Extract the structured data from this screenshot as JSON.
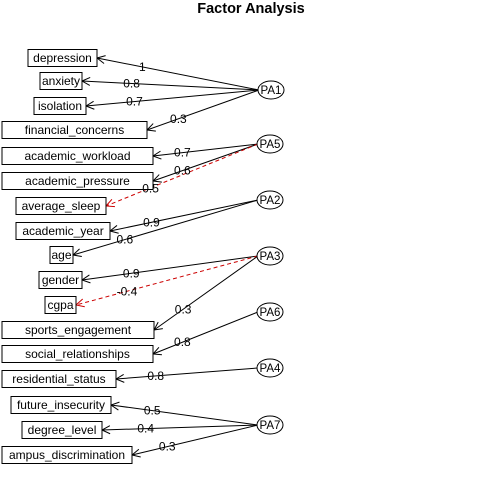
{
  "title": "Factor Analysis",
  "colors": {
    "positive": "#000000",
    "negative": "#cc0000",
    "text": "#000000",
    "background": "#ffffff"
  },
  "variables": [
    {
      "id": "depression",
      "label": "depression"
    },
    {
      "id": "anxiety",
      "label": "anxiety"
    },
    {
      "id": "isolation",
      "label": "isolation"
    },
    {
      "id": "financial_concerns",
      "label": "financial_concerns"
    },
    {
      "id": "academic_workload",
      "label": "academic_workload"
    },
    {
      "id": "academic_pressure",
      "label": "academic_pressure"
    },
    {
      "id": "average_sleep",
      "label": "average_sleep"
    },
    {
      "id": "academic_year",
      "label": "academic_year"
    },
    {
      "id": "age",
      "label": "age"
    },
    {
      "id": "gender",
      "label": "gender"
    },
    {
      "id": "cgpa",
      "label": "cgpa"
    },
    {
      "id": "sports_engagement",
      "label": "sports_engagement"
    },
    {
      "id": "social_relationships",
      "label": "social_relationships"
    },
    {
      "id": "residential_status",
      "label": "residential_status"
    },
    {
      "id": "future_insecurity",
      "label": "future_insecurity"
    },
    {
      "id": "degree_level",
      "label": "degree_level"
    },
    {
      "id": "campus_discrimination",
      "label": "ampus_discrimination"
    }
  ],
  "factors": [
    {
      "id": "PA1",
      "label": "PA1"
    },
    {
      "id": "PA5",
      "label": "PA5"
    },
    {
      "id": "PA2",
      "label": "PA2"
    },
    {
      "id": "PA3",
      "label": "PA3"
    },
    {
      "id": "PA6",
      "label": "PA6"
    },
    {
      "id": "PA4",
      "label": "PA4"
    },
    {
      "id": "PA7",
      "label": "PA7"
    }
  ],
  "loadings": [
    {
      "factor": "PA1",
      "variable": "depression",
      "label": "1",
      "negative": false
    },
    {
      "factor": "PA1",
      "variable": "anxiety",
      "label": "0.8",
      "negative": false
    },
    {
      "factor": "PA1",
      "variable": "isolation",
      "label": "0.7",
      "negative": false
    },
    {
      "factor": "PA1",
      "variable": "financial_concerns",
      "label": "0.3",
      "negative": false
    },
    {
      "factor": "PA5",
      "variable": "academic_workload",
      "label": "0.7",
      "negative": false
    },
    {
      "factor": "PA5",
      "variable": "academic_pressure",
      "label": "0.6",
      "negative": false
    },
    {
      "factor": "PA5",
      "variable": "average_sleep",
      "label": "-0.5",
      "negative": true
    },
    {
      "factor": "PA2",
      "variable": "academic_year",
      "label": "0.9",
      "negative": false
    },
    {
      "factor": "PA2",
      "variable": "age",
      "label": "0.6",
      "negative": false
    },
    {
      "factor": "PA3",
      "variable": "gender",
      "label": "0.9",
      "negative": false
    },
    {
      "factor": "PA3",
      "variable": "cgpa",
      "label": "-0.4",
      "negative": true
    },
    {
      "factor": "PA3",
      "variable": "sports_engagement",
      "label": "0.3",
      "negative": false
    },
    {
      "factor": "PA6",
      "variable": "social_relationships",
      "label": "0.8",
      "negative": false
    },
    {
      "factor": "PA4",
      "variable": "residential_status",
      "label": "0.8",
      "negative": false
    },
    {
      "factor": "PA7",
      "variable": "future_insecurity",
      "label": "0.5",
      "negative": false
    },
    {
      "factor": "PA7",
      "variable": "degree_level",
      "label": "0.4",
      "negative": false
    },
    {
      "factor": "PA7",
      "variable": "campus_discrimination",
      "label": "0.3",
      "negative": false
    }
  ]
}
